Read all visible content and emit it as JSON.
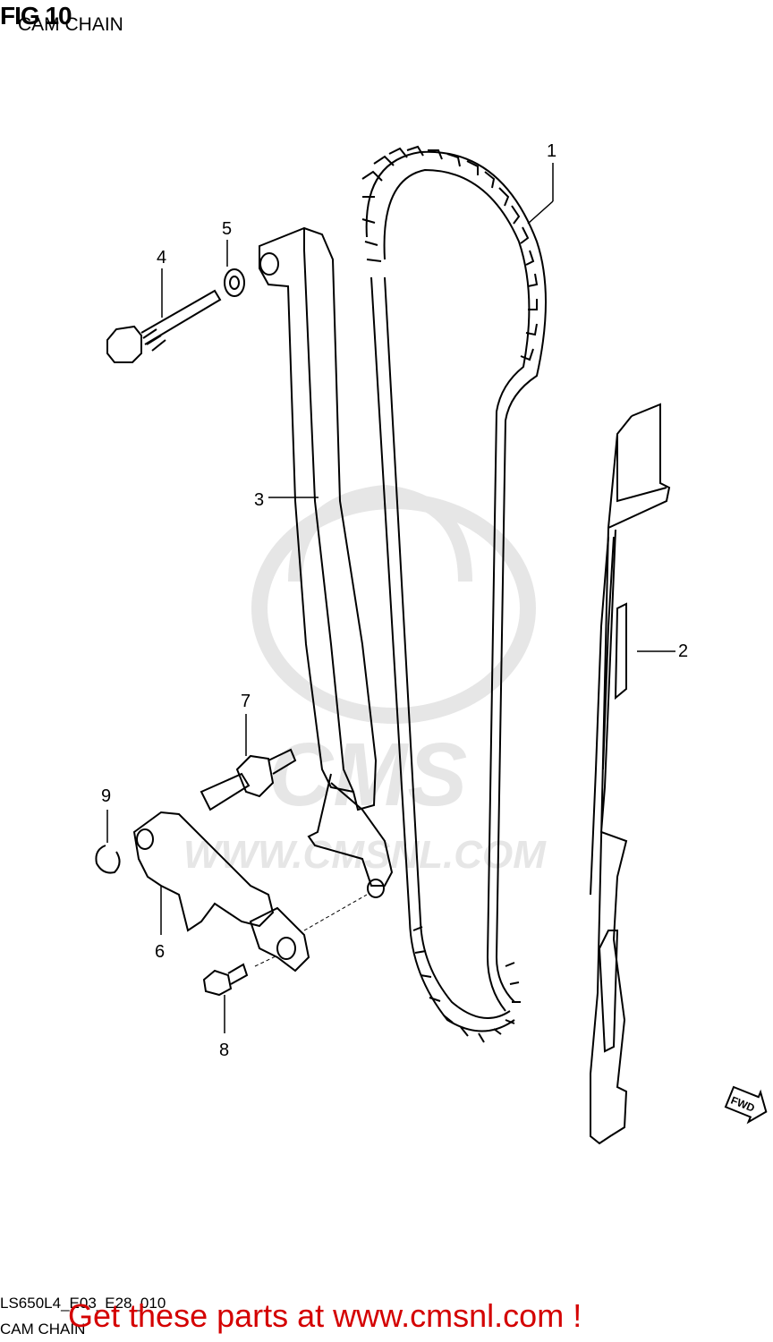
{
  "figure": {
    "title": "FIG 10",
    "subtitle": "CAM CHAIN",
    "code": "LS650L4_E03_E28_010",
    "caption": "CAM CHAIN"
  },
  "watermark": {
    "brand": "CMS",
    "url": "WWW.CMSNL.COM"
  },
  "fwd_label": "FWD",
  "promo_text": "Get these parts at www.cmsnl.com !",
  "callouts": [
    {
      "id": "1",
      "label": "1",
      "part": "cam chain"
    },
    {
      "id": "2",
      "label": "2",
      "part": "front guide"
    },
    {
      "id": "3",
      "label": "3",
      "part": "tensioner guide"
    },
    {
      "id": "4",
      "label": "4",
      "part": "bolt"
    },
    {
      "id": "5",
      "label": "5",
      "part": "washer"
    },
    {
      "id": "6",
      "label": "6",
      "part": "tensioner adjuster"
    },
    {
      "id": "7",
      "label": "7",
      "part": "stud"
    },
    {
      "id": "8",
      "label": "8",
      "part": "bolt"
    },
    {
      "id": "9",
      "label": "9",
      "part": "circlip"
    }
  ],
  "colors": {
    "line": "#000000",
    "promo": "#d40000",
    "watermark": "#e6e6e6",
    "background": "#ffffff"
  }
}
